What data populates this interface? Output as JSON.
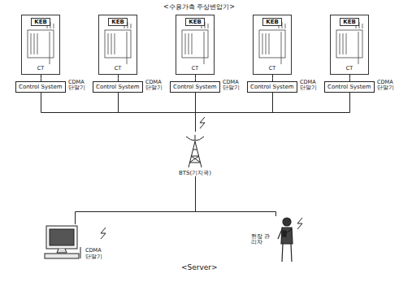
{
  "diagram": {
    "title": "<수용가측 주상변압기>",
    "nodes": [
      {
        "text": [
          "KEB",
          "CT"
        ]
      },
      {
        "text": [
          "KEB",
          "CT"
        ]
      },
      {
        "text": [
          "KEB",
          "CT"
        ]
      },
      {
        "text": [
          "KEB",
          "CT"
        ]
      },
      {
        "text": [
          "KEB",
          "CT"
        ]
      },
      {
        "text": [
          "Control System"
        ]
      },
      {
        "text": [
          "Control System"
        ]
      },
      {
        "text": [
          "Control System"
        ]
      },
      {
        "text": [
          "Control System"
        ]
      },
      {
        "text": [
          "Control System"
        ]
      },
      {
        "text": [
          "BTS(기지국)"
        ]
      },
      {
        "text": [
          "CDMA 단말기"
        ]
      },
      {
        "text": [
          "현장 관리자"
        ]
      }
    ],
    "edges": [
      {
        "from": 0,
        "to": 5,
        "arrow": "none"
      },
      {
        "from": 1,
        "to": 6,
        "arrow": "none"
      },
      {
        "from": 2,
        "to": 7,
        "arrow": "none"
      },
      {
        "from": 3,
        "to": 8,
        "arrow": "none"
      },
      {
        "from": 4,
        "to": 9,
        "arrow": "none"
      },
      {
        "from": 5,
        "to": 10,
        "arrow": "none"
      },
      {
        "from": 6,
        "to": 10,
        "arrow": "none"
      },
      {
        "from": 7,
        "to": 10,
        "arrow": "none"
      },
      {
        "from": 8,
        "to": 10,
        "arrow": "none"
      },
      {
        "from": 9,
        "to": 10,
        "arrow": "none"
      },
      {
        "from": 10,
        "to": 11,
        "arrow": "none"
      },
      {
        "from": 10,
        "to": 12,
        "arrow": "none"
      }
    ],
    "labels": [
      "CDMA 단말기",
      "CDMA 단말기",
      "CDMA 단말기",
      "CDMA 단말기",
      "CDMA 단말기",
      "<Server>"
    ]
  }
}
